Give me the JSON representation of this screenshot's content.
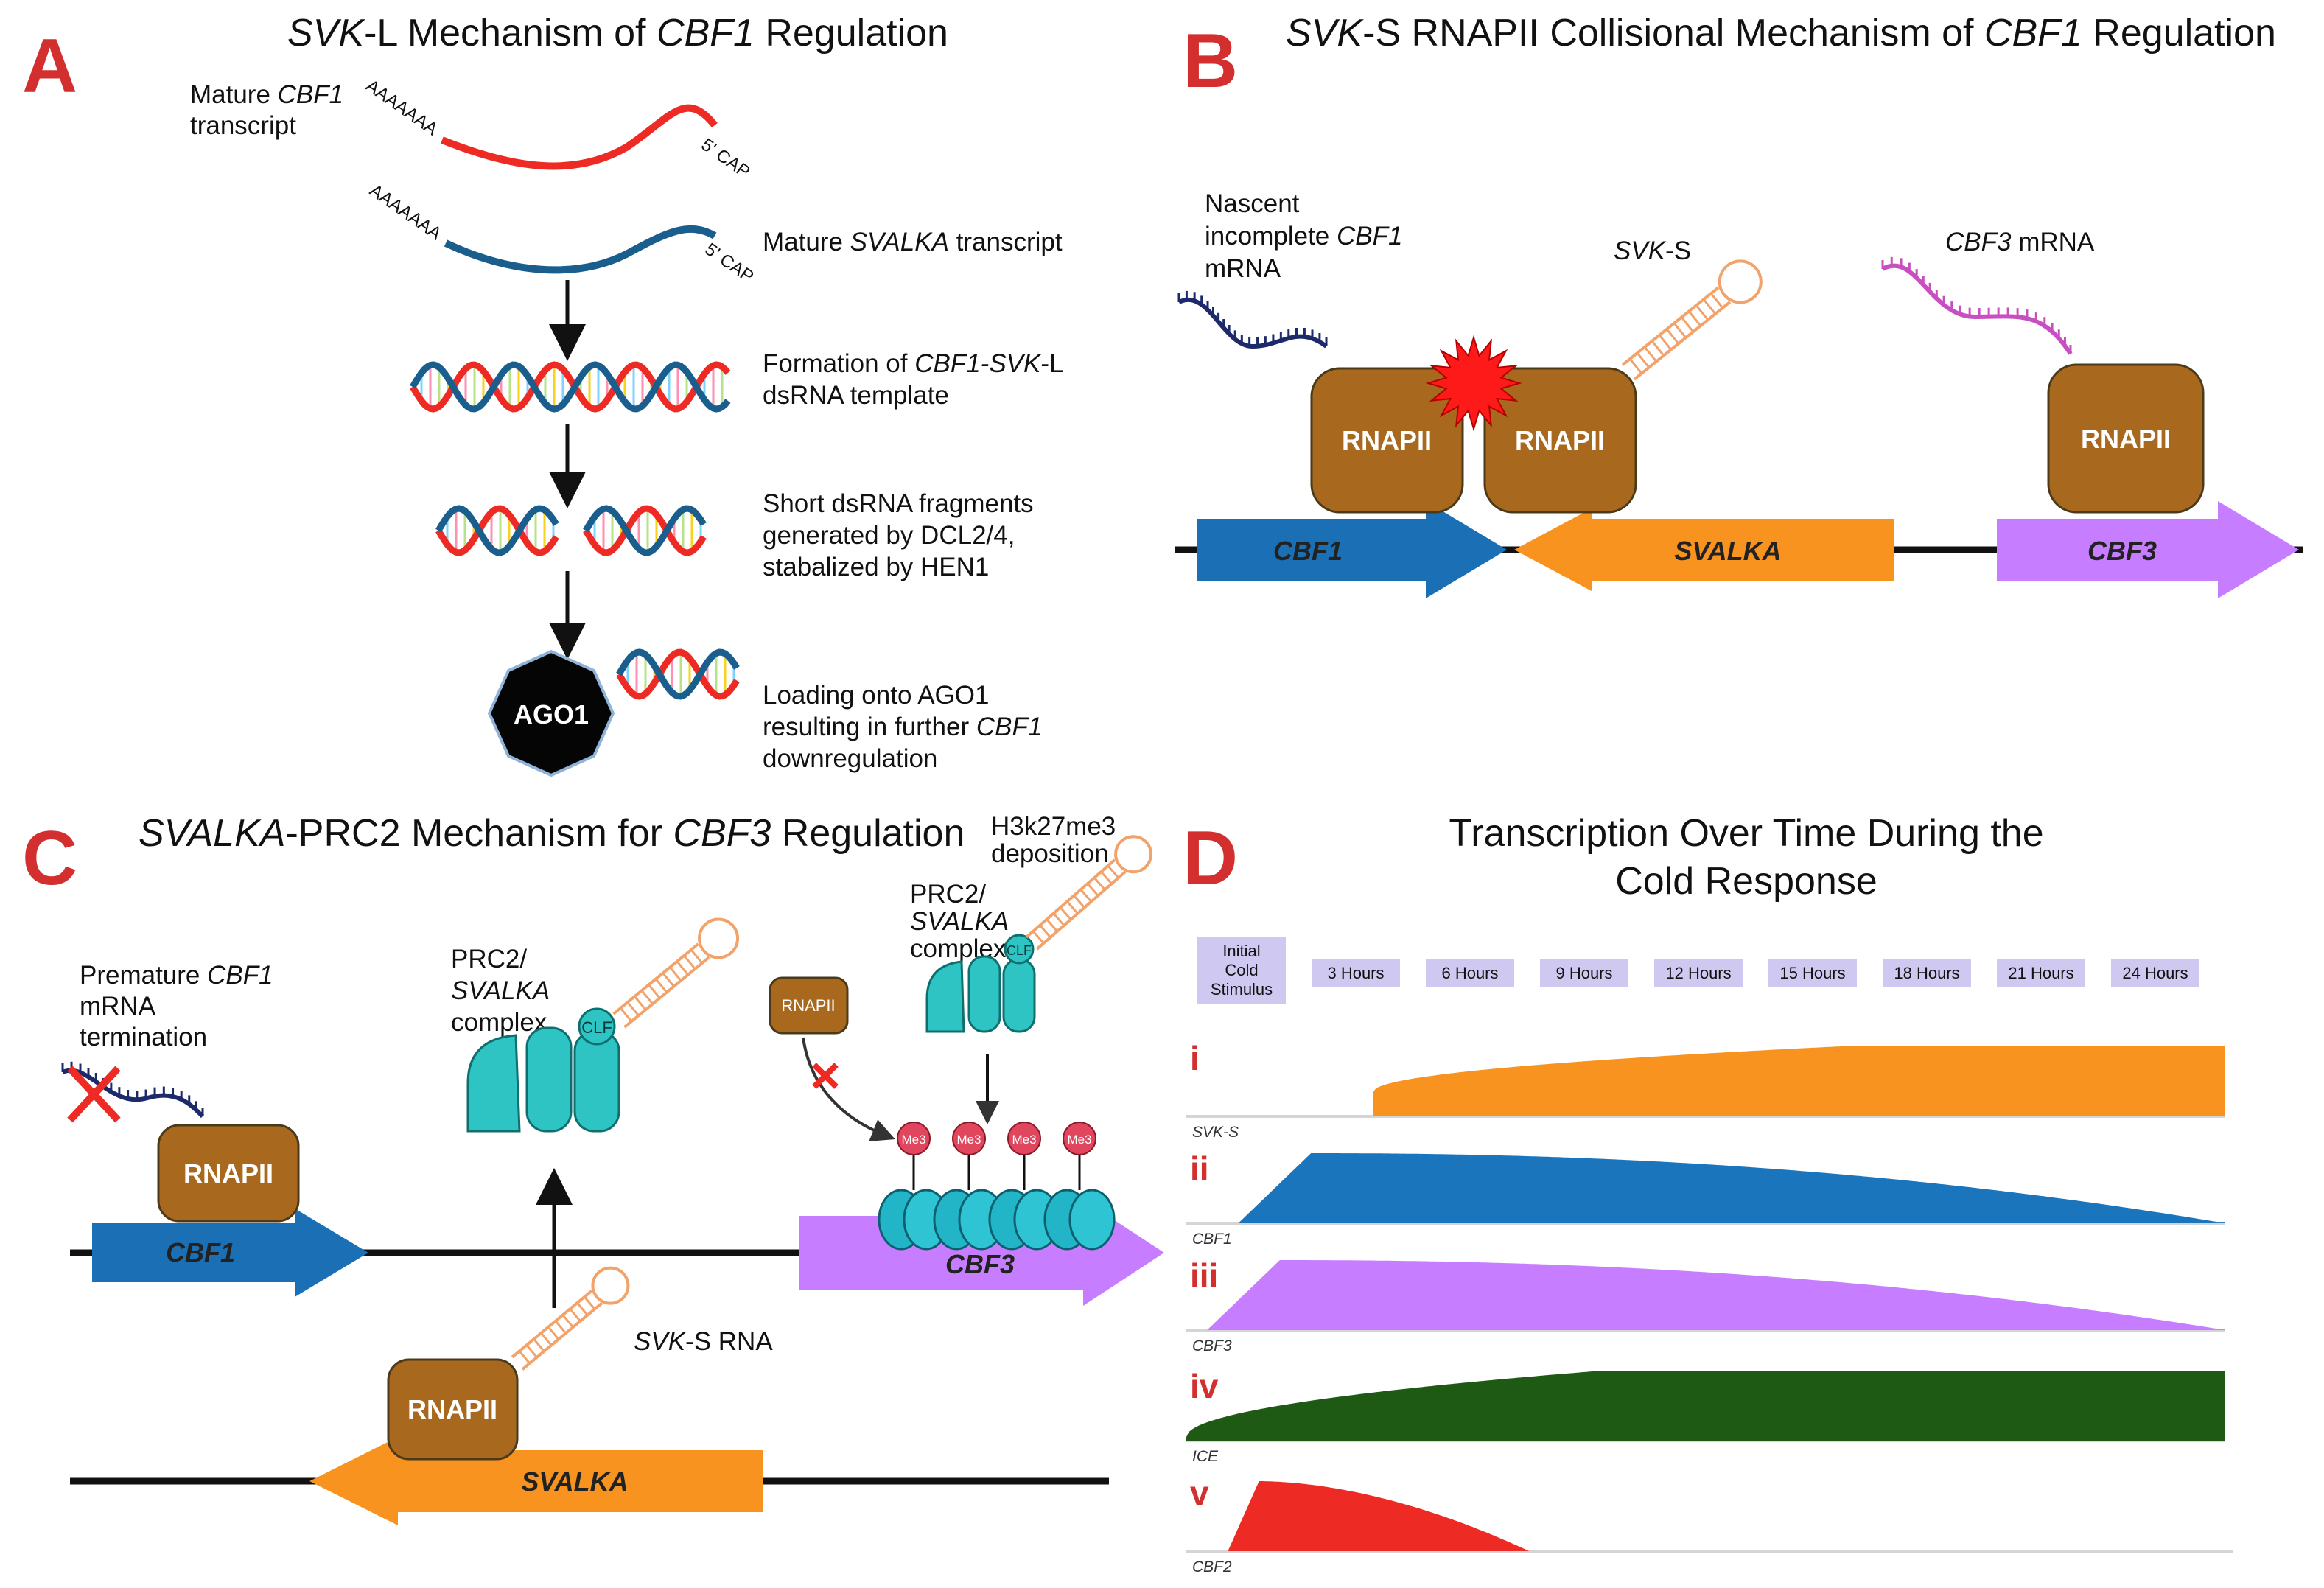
{
  "panels": {
    "A": {
      "letter": "A",
      "title": [
        "SVK",
        "-L Mechanism of ",
        "CBF1",
        " Regulation"
      ],
      "mature_cbf1": [
        "Mature ",
        "CBF1",
        "transcript"
      ],
      "mature_svalka": [
        "Mature ",
        "SVALKA",
        " transcript"
      ],
      "polyA": "AAAAAAA",
      "cap": "5' CAP",
      "step_dsrna": [
        "Formation of ",
        "CBF1-SVK",
        "-L",
        "dsRNA template"
      ],
      "step_fragments": [
        "Short dsRNA fragments",
        "generated by DCL2/4,",
        "stabalized by HEN1"
      ],
      "ago1": "AGO1",
      "step_ago": [
        "Loading onto AGO1",
        "resulting in further ",
        "CBF1",
        "downregulation"
      ]
    },
    "B": {
      "letter": "B",
      "title": [
        "SVK",
        "-S RNAPII Collisional Mechanism of ",
        "CBF1",
        " Regulation"
      ],
      "nascent": [
        "Nascent",
        "incomplete ",
        "CBF1",
        "mRNA"
      ],
      "svks": [
        "SVK",
        "-S"
      ],
      "cbf3_mrna": [
        "CBF3",
        " mRNA"
      ],
      "rnapii": "RNAPII",
      "genes": {
        "cbf1": "CBF1",
        "svalka": "SVALKA",
        "cbf3": "CBF3"
      }
    },
    "C": {
      "letter": "C",
      "title": [
        "SVALKA",
        "-PRC2 Mechanism for ",
        "CBF3",
        " Regulation"
      ],
      "premature": [
        "Premature ",
        "CBF1",
        "mRNA",
        "termination"
      ],
      "prc2_center": [
        "PRC2/",
        "SVALKA",
        "complex"
      ],
      "prc2_right": [
        "PRC2/",
        "SVALKA",
        "complex"
      ],
      "h3k27": [
        "H3k27me3",
        "deposition"
      ],
      "clf": "CLF",
      "me3": "Me3",
      "rnapii": "RNAPII",
      "svks_rna": [
        "SVK",
        "-S RNA"
      ],
      "genes": {
        "cbf1": "CBF1",
        "cbf3": "CBF3",
        "svalka": "SVALKA"
      }
    },
    "D": {
      "letter": "D",
      "title": [
        "Transcription Over Time During the",
        "Cold Response"
      ],
      "timepoints": [
        [
          "Initial",
          "Cold",
          "Stimulus"
        ],
        [
          "3 Hours"
        ],
        [
          "6 Hours"
        ],
        [
          "9 Hours"
        ],
        [
          "12 Hours"
        ],
        [
          "15 Hours"
        ],
        [
          "18 Hours"
        ],
        [
          "21 Hours"
        ],
        [
          "24 Hours"
        ]
      ],
      "rows": [
        {
          "numeral": "i",
          "gene": "SVK-S",
          "color": "#f7931e"
        },
        {
          "numeral": "ii",
          "gene": "CBF1",
          "color": "#1b75bc"
        },
        {
          "numeral": "iii",
          "gene": "CBF3",
          "color": "#c77dff"
        },
        {
          "numeral": "iv",
          "gene": "ICE",
          "color": "#1e5a14"
        },
        {
          "numeral": "v",
          "gene": "CBF2",
          "color": "#ee2a24"
        }
      ]
    }
  },
  "colors": {
    "cbf1_red": "#ee2a24",
    "svalka_blue": "#1a5e8e",
    "rnapii": "#a8691e",
    "cbf1_gene": "#1b6fb5",
    "svalka_gene": "#f7931e",
    "cbf3_gene": "#c77dff",
    "prc2": "#2ec4c4",
    "me3": "#e0475e",
    "panel_letter": "#d32f2f"
  }
}
